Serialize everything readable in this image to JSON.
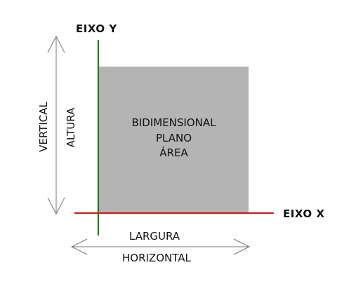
{
  "axes": {
    "y_label": "EIXO Y",
    "x_label": "EIXO X",
    "y_color": "#1e7a1e",
    "x_color": "#cc1f1f"
  },
  "region": {
    "lines": [
      "BIDIMENSIONAL",
      "PLANO",
      "ÁREA"
    ],
    "fill": "#b4b4b4"
  },
  "dimensions": {
    "vertical": "VERTICAL",
    "height": "ALTURA",
    "width": "LARGURA",
    "horizontal": "HORIZONTAL"
  }
}
